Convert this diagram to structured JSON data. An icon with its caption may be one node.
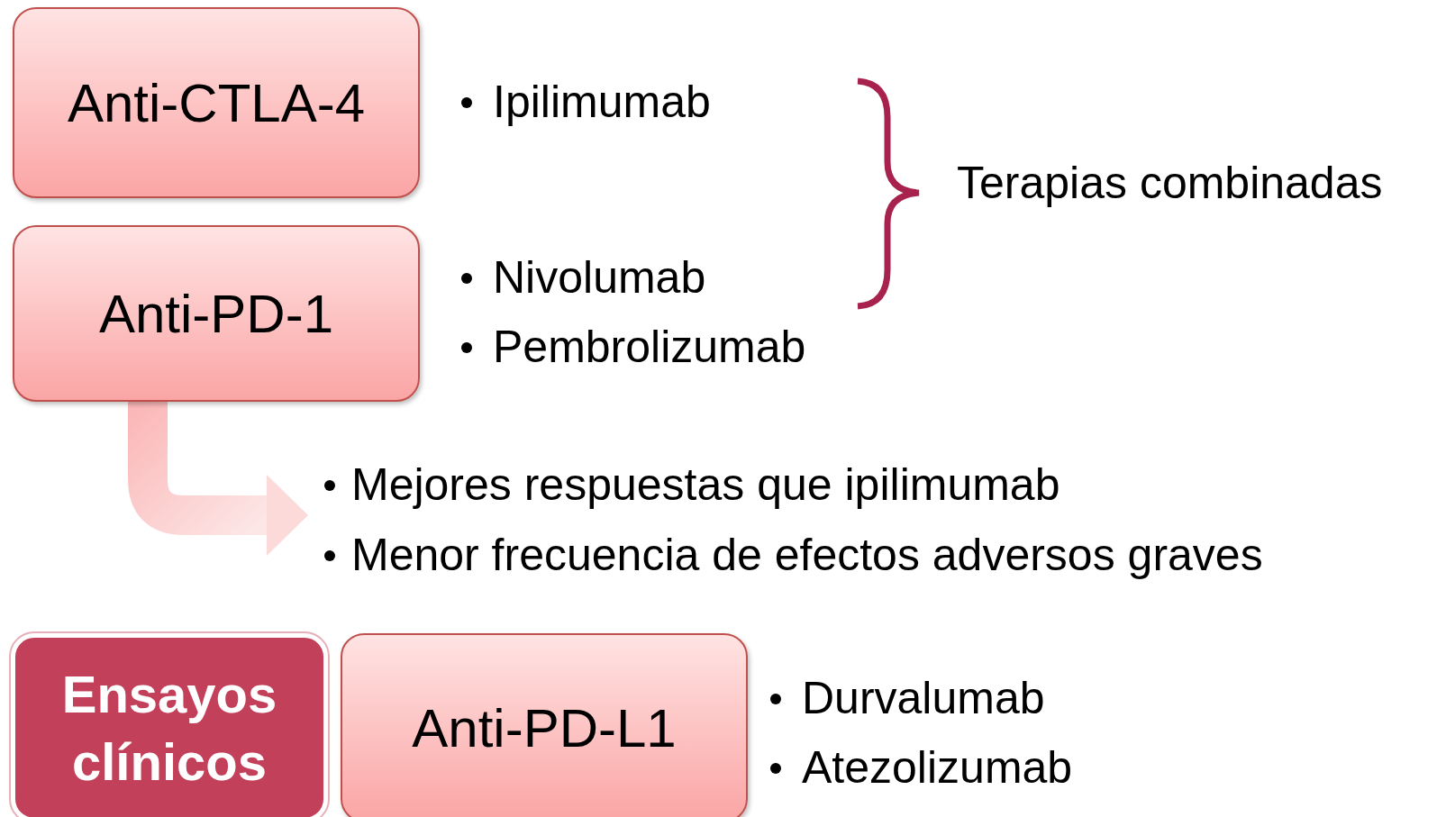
{
  "diagram": {
    "nodes": [
      {
        "text": [
          "Anti-CTLA-4"
        ]
      },
      {
        "text": [
          "Anti-PD-1"
        ]
      },
      {
        "text": [
          "Ensayos clínicos"
        ]
      },
      {
        "text": [
          "Anti-PD-L1"
        ]
      },
      {
        "text": [
          "Mejores respuestas que ipilimumab",
          "Menor frecuencia de efectos adversos graves"
        ]
      }
    ],
    "edges": [
      {
        "from": 1,
        "to": 4,
        "arrow": "to",
        "style": "thick"
      }
    ],
    "labels": [
      "Ipilimumab",
      "Terapias combinadas",
      "Nivolumab",
      "Pembrolizumab",
      "Durvalumab",
      "Atezolizumab"
    ]
  }
}
